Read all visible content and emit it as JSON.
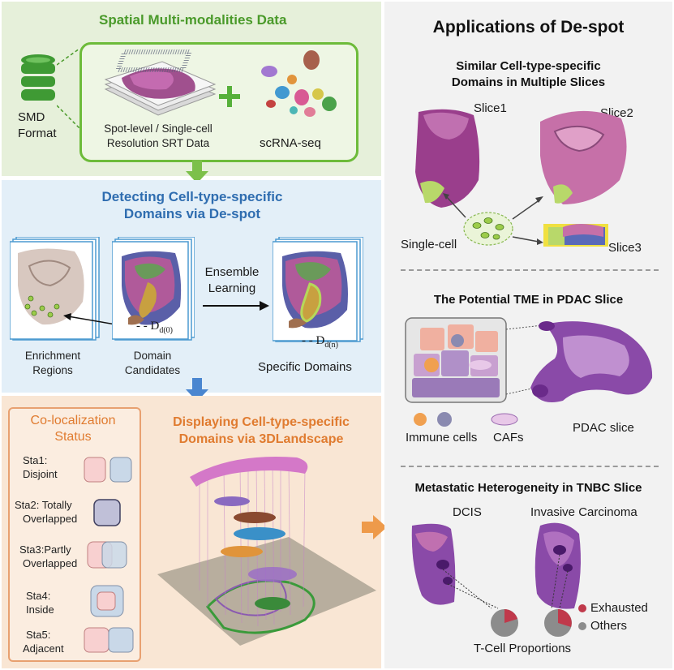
{
  "smd": {
    "title": "Spatial Multi-modalities Data",
    "format_line1": "SMD",
    "format_line2": "Format",
    "srt_line1": "Spot-level / Single-cell",
    "srt_line2": "Resolution SRT Data",
    "scrna": "scRNA-seq"
  },
  "detect": {
    "title_line1": "Detecting Cell-type-specific",
    "title_line2": "Domains via De-spot",
    "enrich_line1": "Enrichment",
    "enrich_line2": "Regions",
    "domain_line1": "Domain",
    "domain_line2": "Candidates",
    "dd0": "D",
    "dd0_sub": "d(0)",
    "ensemble_line1": "Ensemble",
    "ensemble_line2": "Learning",
    "ddn": "D",
    "ddn_sub": "d(n)",
    "specific": "Specific Domains"
  },
  "display": {
    "coloc_line1": "Co-localization",
    "coloc_line2": "Status",
    "title_line1": "Displaying Cell-type-specific",
    "title_line2": "Domains via 3DLandscape",
    "sta1_line1": "Sta1:",
    "sta1_line2": "Disjoint",
    "sta2_line1": "Sta2: Totally",
    "sta2_line2": "Overlapped",
    "sta3_line1": "Sta3:Partly",
    "sta3_line2": "Overlapped",
    "sta4_line1": "Sta4:",
    "sta4_line2": "Inside",
    "sta5_line1": "Sta5:",
    "sta5_line2": "Adjacent"
  },
  "apps": {
    "title": "Applications of De-spot",
    "sec1_line1": "Similar Cell-type-specific",
    "sec1_line2": "Domains in Multiple Slices",
    "slice1": "Slice1",
    "slice2": "Slice2",
    "slice3": "Slice3",
    "single_cell": "Single-cell",
    "sec2_title": "The Potential TME in PDAC Slice",
    "immune": "Immune cells",
    "cafs": "CAFs",
    "pdac": "PDAC slice",
    "sec3_title": "Metastatic Heterogeneity in TNBC Slice",
    "dcis": "DCIS",
    "invasive": "Invasive Carcinoma",
    "exhausted": "Exhausted",
    "others": "Others",
    "tcell": "T-Cell Proportions"
  },
  "colors": {
    "green": "#4a9a2a",
    "blue": "#2f6db0",
    "orange": "#e07b2f",
    "exhausted": "#c0394b",
    "others": "#8c8c8c"
  }
}
